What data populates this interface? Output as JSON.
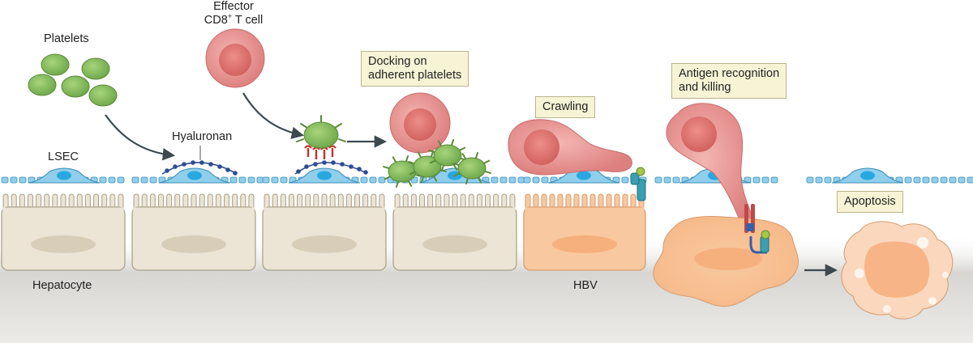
{
  "labels": {
    "platelets": "Platelets",
    "effector_line1": "Effector",
    "effector_line2_prefix": "CD8",
    "effector_line2_sup": "+",
    "effector_line2_suffix": " T cell",
    "lsec": "LSEC",
    "hyaluronan": "Hyaluronan",
    "hepatocyte": "Hepatocyte",
    "hbv": "HBV"
  },
  "boxes": {
    "docking_line1": "Docking on",
    "docking_line2": "adherent platelets",
    "crawling": "Crawling",
    "antigen_line1": "Antigen recognition",
    "antigen_line2": "and killing",
    "apoptosis": "Apoptosis"
  },
  "colors": {
    "hepatocyte_fill": "#ece5d6",
    "hepatocyte_stroke": "#a99e86",
    "hbv_fill": "#f8c9a0",
    "lsec_fill": "#8fcfec",
    "lsec_nucleus": "#29a8e0",
    "platelet_fill": "#8cc261",
    "tcell_fill": "#e58c8a",
    "hyaluronan": "#2e4c96",
    "arrow": "#3c4a50",
    "label_box": "#f7f4d6"
  }
}
